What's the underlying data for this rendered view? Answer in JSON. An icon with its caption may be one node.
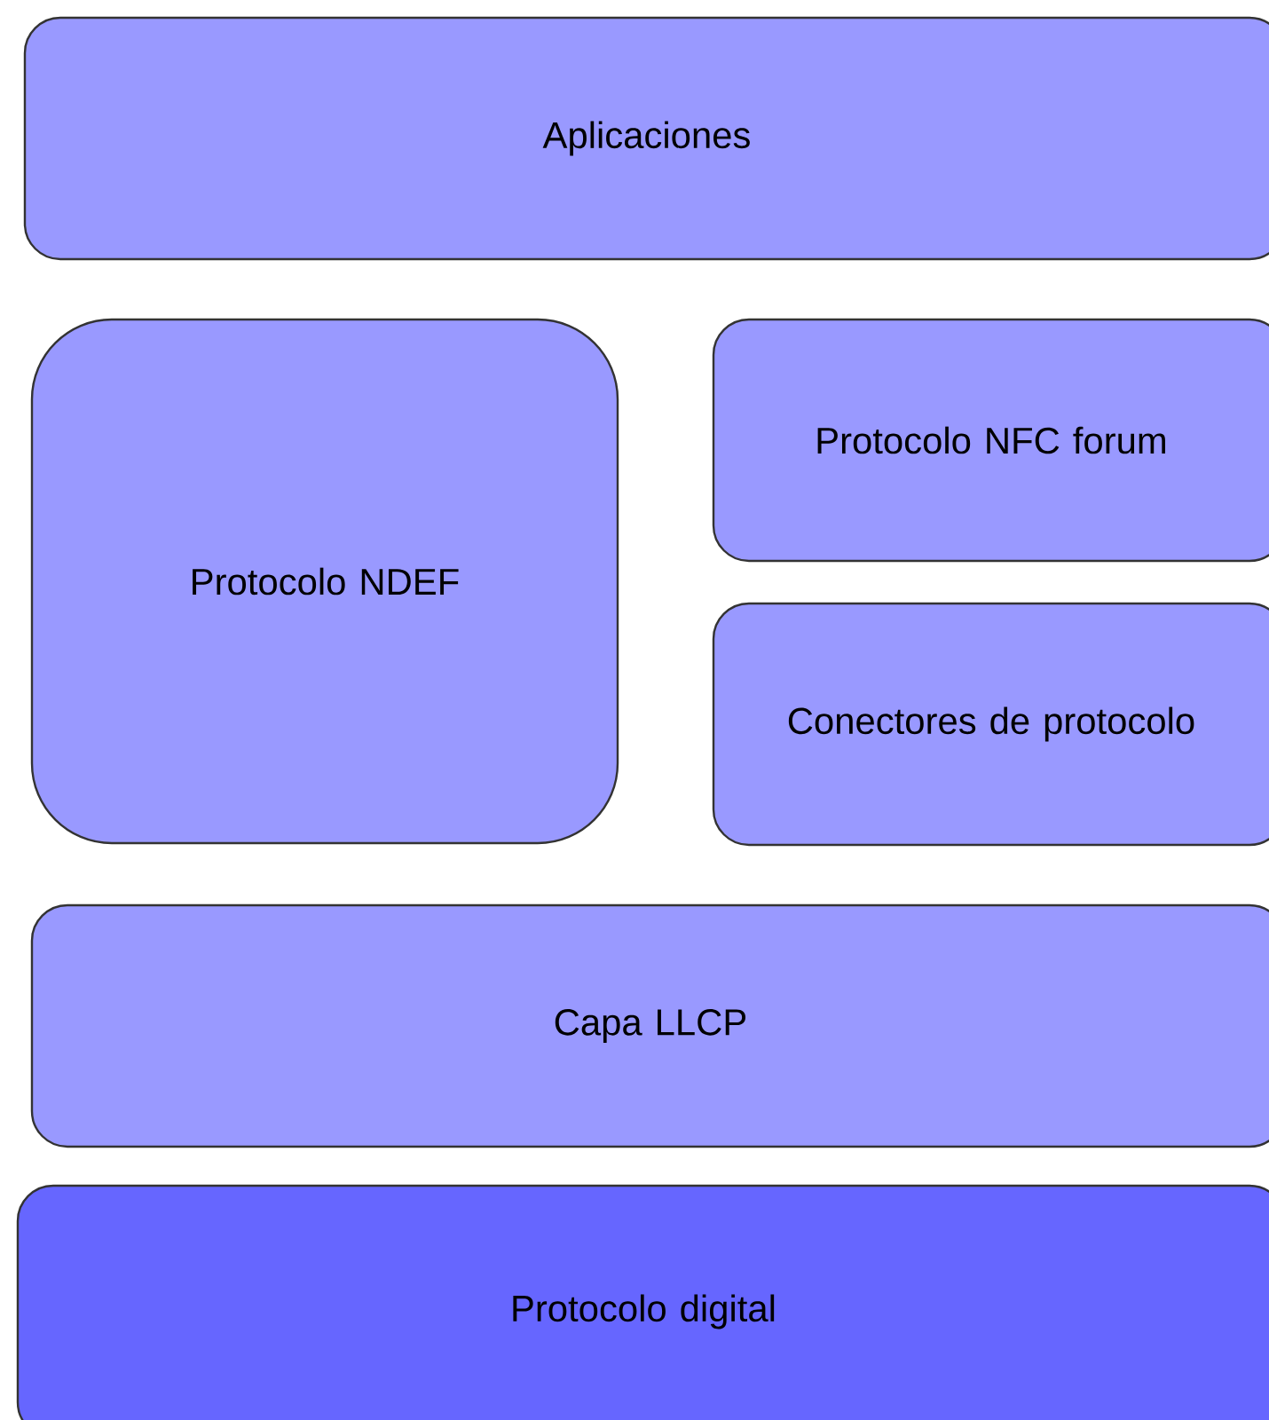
{
  "diagram": {
    "nodes": [
      {
        "text": [
          "Aplicaciones"
        ]
      },
      {
        "text": [
          "Protocolo NDEF"
        ]
      },
      {
        "text": [
          "Protocolo NFC forum"
        ]
      },
      {
        "text": [
          "Conectores de protocolo"
        ]
      },
      {
        "text": [
          "Capa LLCP"
        ]
      },
      {
        "text": [
          "Protocolo digital"
        ]
      }
    ]
  }
}
